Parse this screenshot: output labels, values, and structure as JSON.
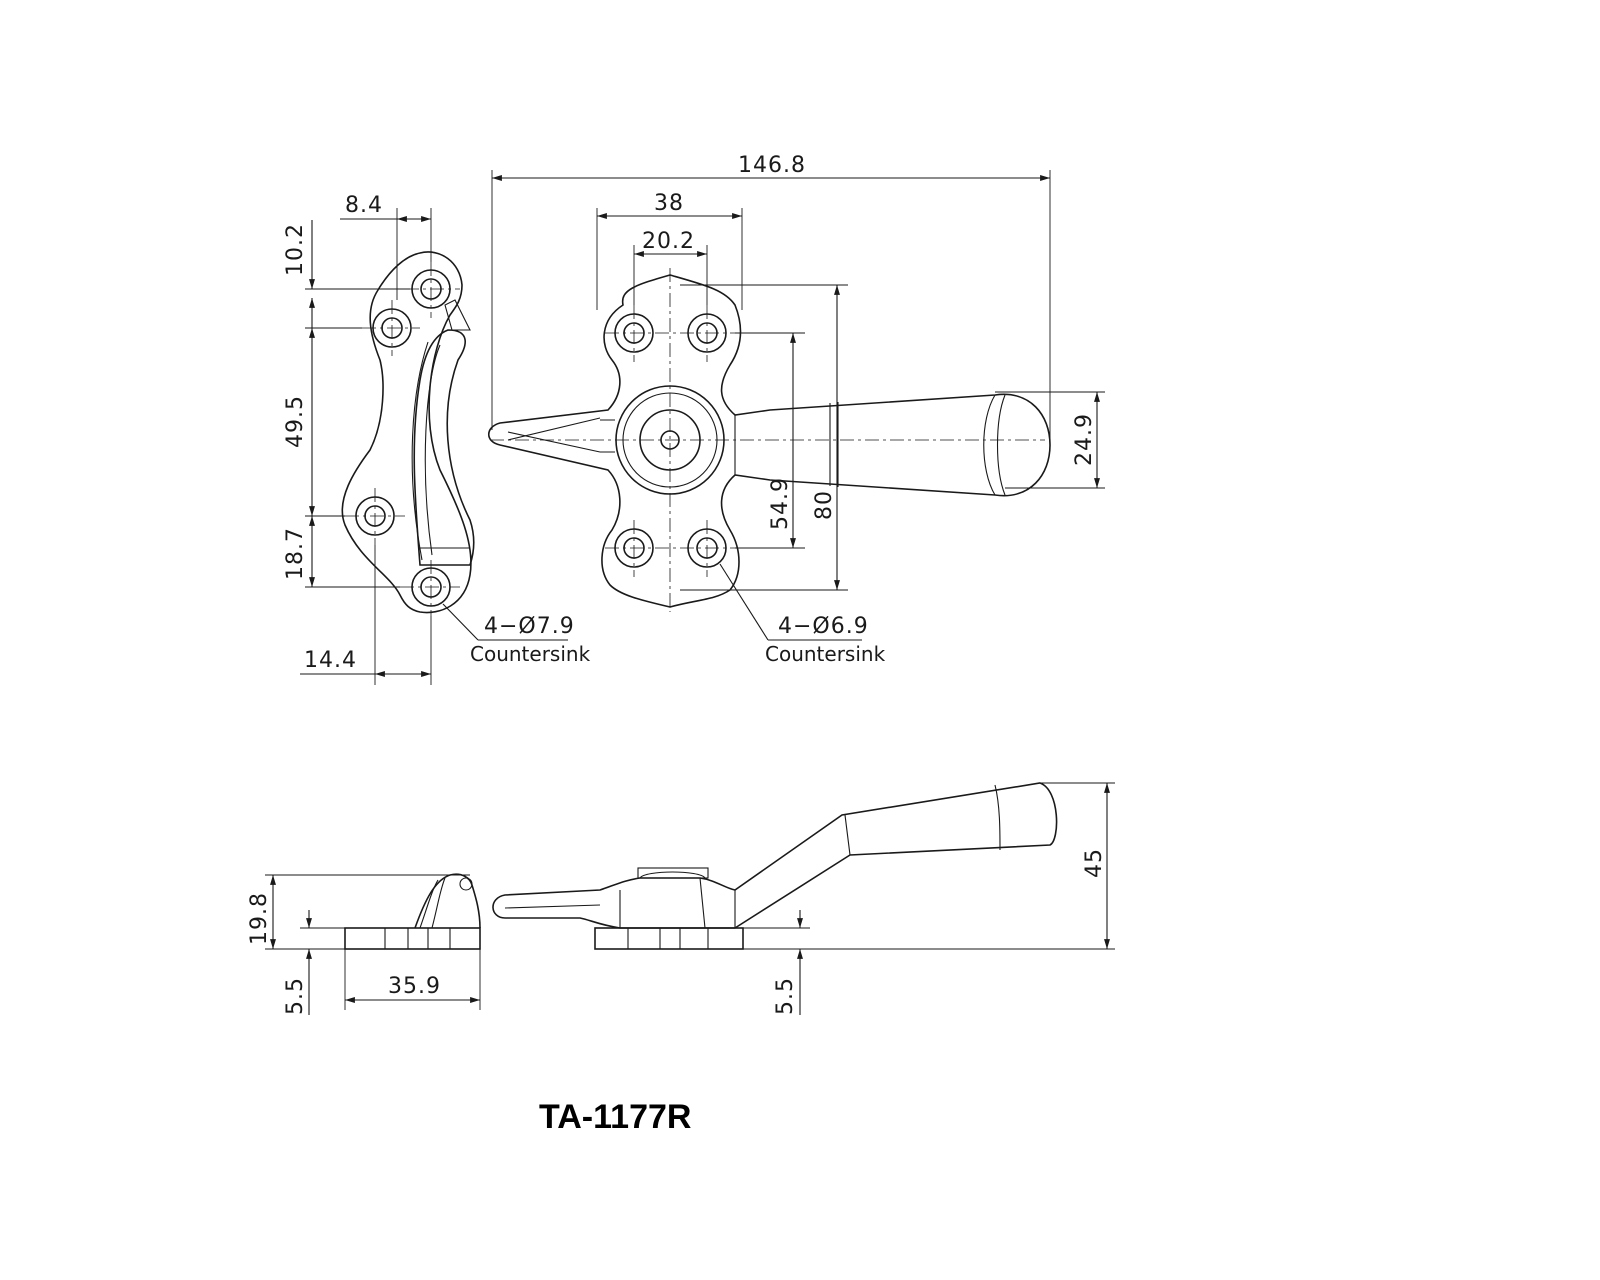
{
  "model": "TA-1177R",
  "dimensions": {
    "overall_length": "146.8",
    "plate_width": "38",
    "hole_spacing_inner": "20.2",
    "hole_spacing_vertical": "54.9",
    "plate_height": "80",
    "handle_width": "24.9",
    "keeper_top_offset": "8.4",
    "keeper_hole_top": "10.2",
    "keeper_hole_span": "49.5",
    "keeper_hole_bottom": "18.7",
    "keeper_bottom_offset": "14.4",
    "keeper_height": "19.8",
    "keeper_base": "5.5",
    "keeper_length": "35.9",
    "lock_base": "5.5",
    "lock_height": "45"
  },
  "notes": {
    "keeper_hole_size": "4−Ø7.9",
    "keeper_hole_type": "Countersink",
    "lock_hole_size": "4−Ø6.9",
    "lock_hole_type": "Countersink"
  }
}
